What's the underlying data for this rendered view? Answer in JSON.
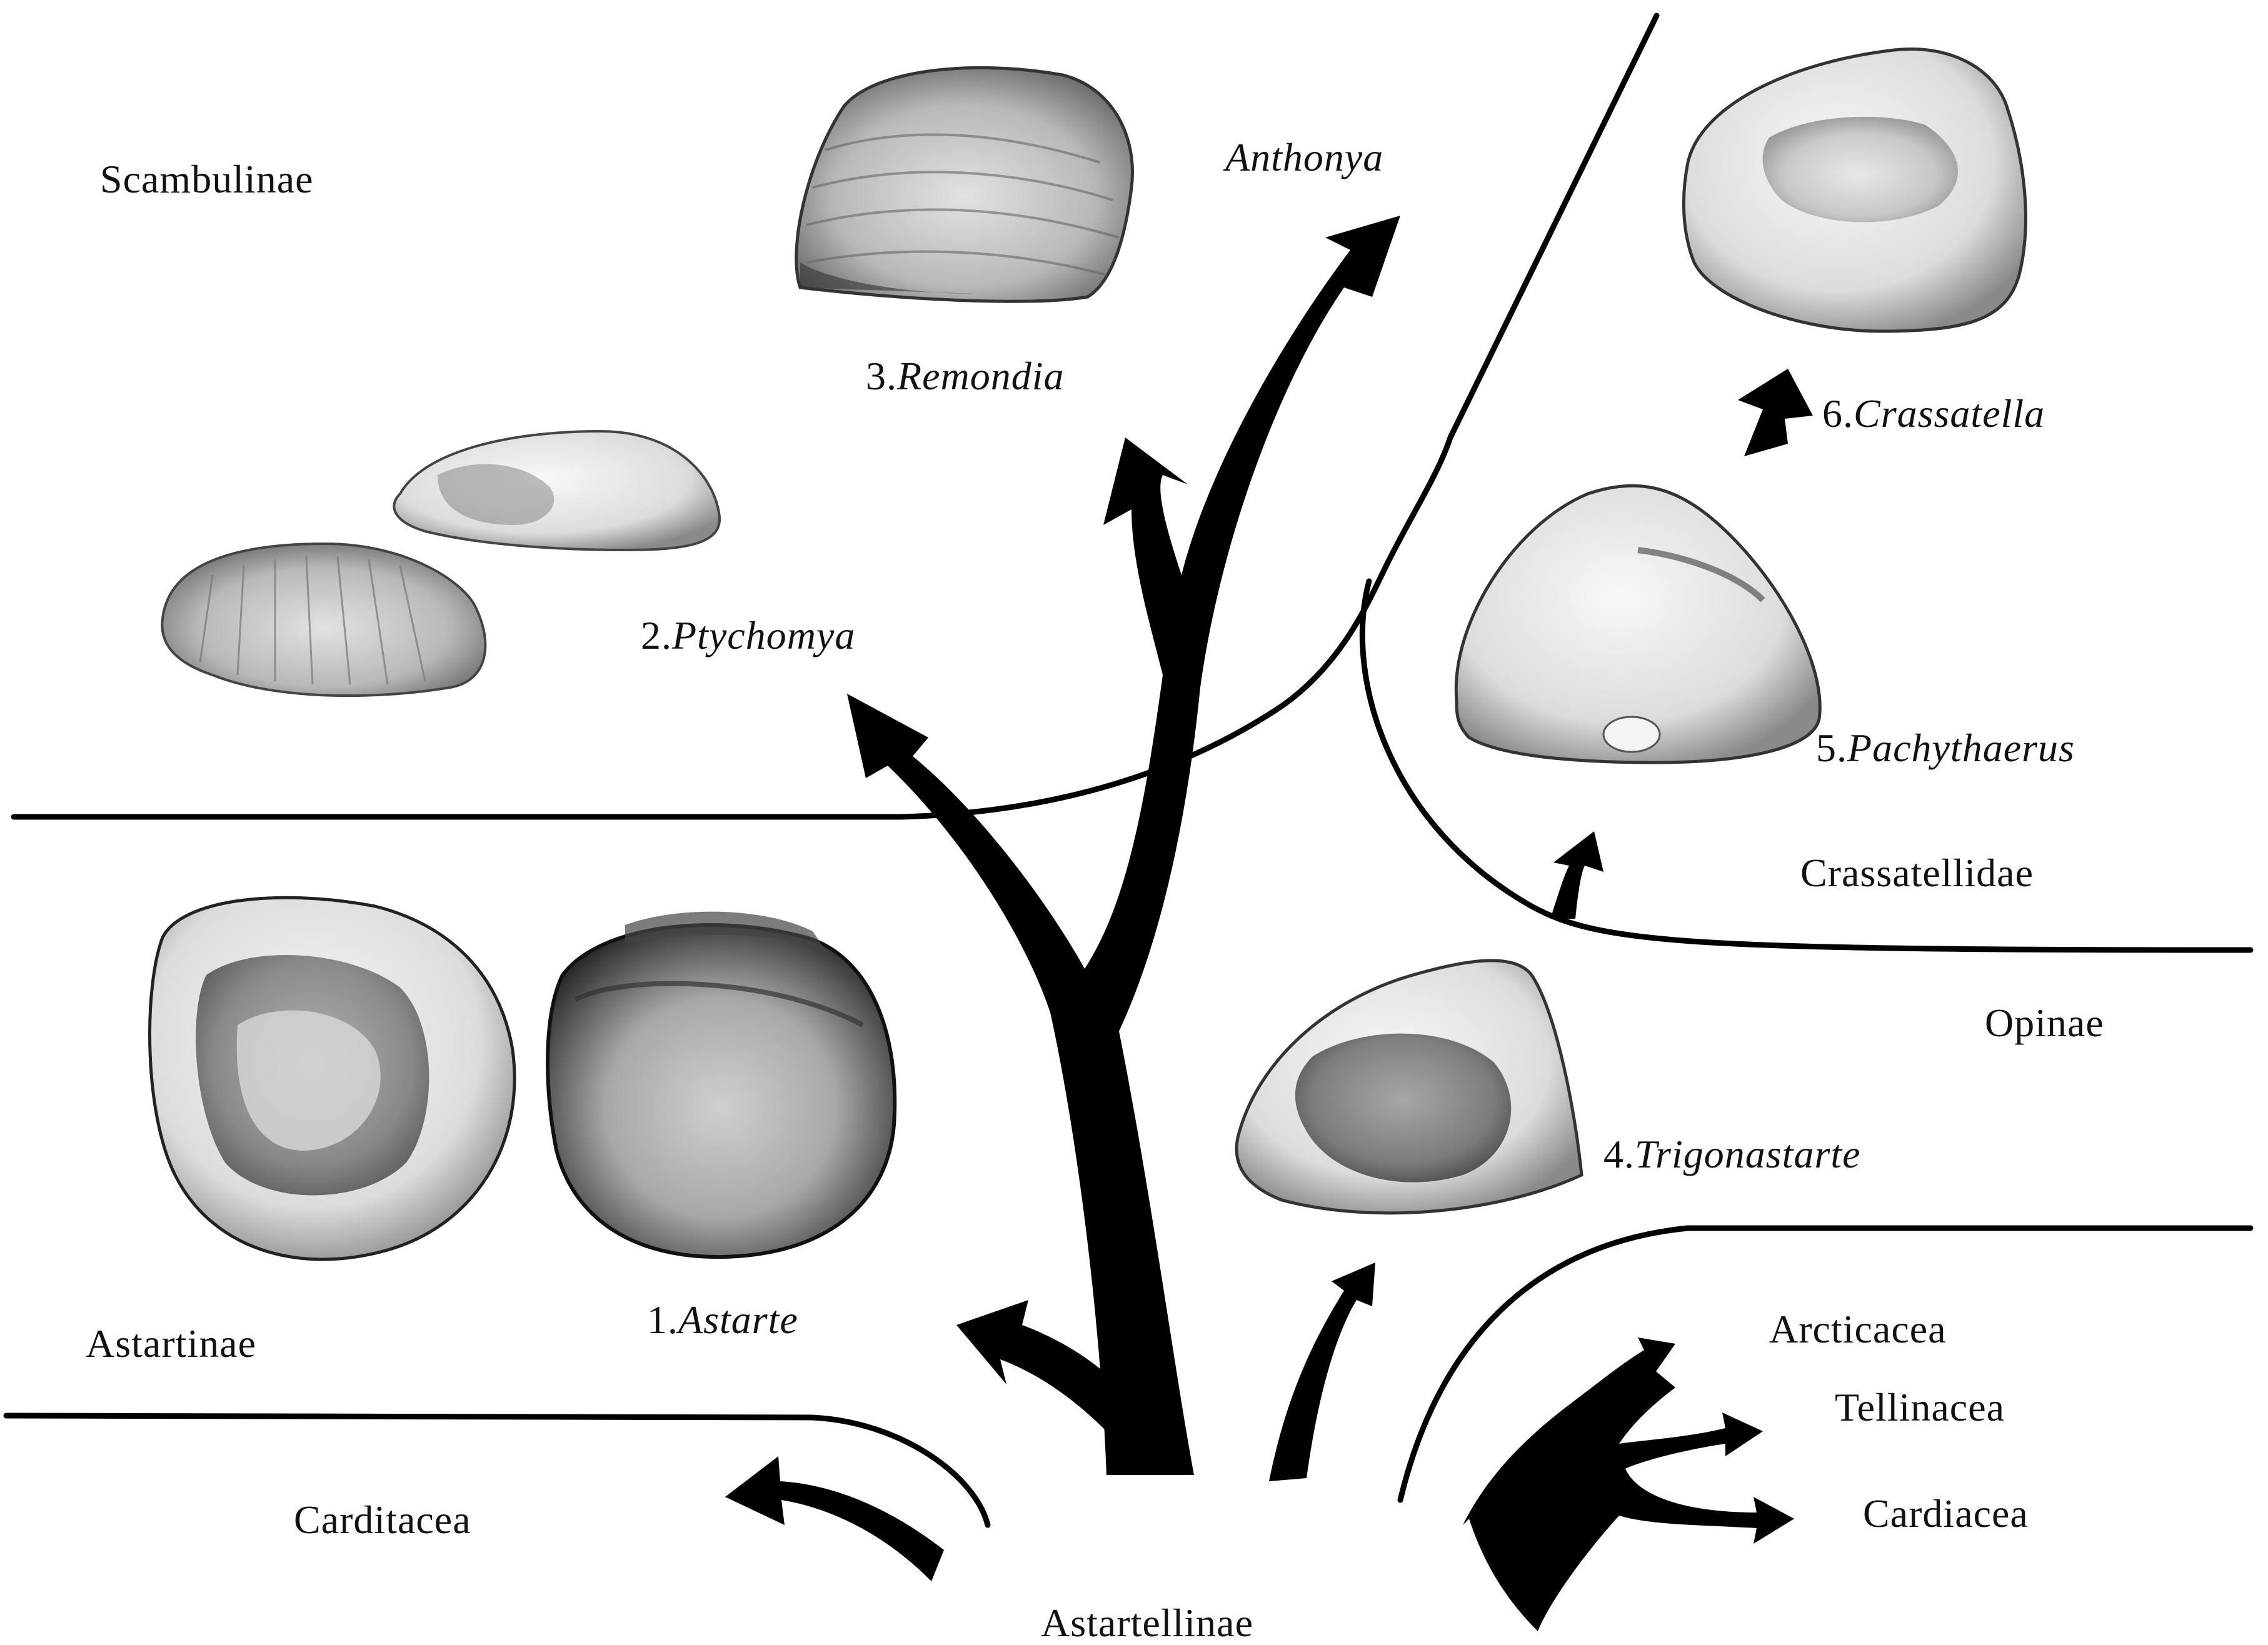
{
  "diagram": {
    "regions": [
      {
        "id": "scambulinae",
        "label": "Scambulinae"
      },
      {
        "id": "astartinae",
        "label": "Astartinae"
      },
      {
        "id": "carditacea",
        "label": "Carditacea"
      },
      {
        "id": "astartellinae",
        "label": "Astartellinae"
      },
      {
        "id": "crassatellidae",
        "label": "Crassatellidae"
      },
      {
        "id": "opinae",
        "label": "Opinae"
      },
      {
        "id": "arcticacea",
        "label": "Arcticacea"
      },
      {
        "id": "tellinacea",
        "label": "Tellinacea"
      },
      {
        "id": "cardiacea",
        "label": "Cardiacea"
      },
      {
        "id": "anthonya",
        "label": "Anthonya"
      }
    ],
    "genera": [
      {
        "num": "1.",
        "name": "Astarte"
      },
      {
        "num": "2.",
        "name": "Ptychomya"
      },
      {
        "num": "3.",
        "name": "Remondia"
      },
      {
        "num": "4.",
        "name": "Trigonastarte"
      },
      {
        "num": "5.",
        "name": "Pachythaerus"
      },
      {
        "num": "6.",
        "name": "Crassatella"
      }
    ],
    "colors": {
      "ink": "#000000",
      "shell_light": "#e6e6e6",
      "shell_mid": "#b5b5b5",
      "shell_dark": "#4a4a4a"
    }
  }
}
